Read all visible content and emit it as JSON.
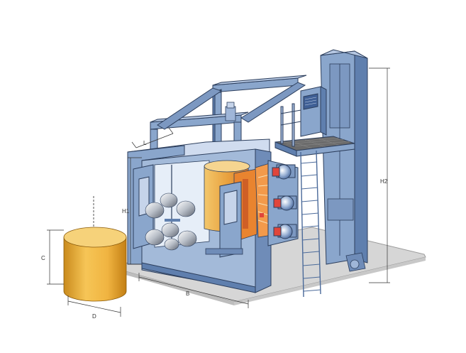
{
  "dimensions": {
    "L": "L",
    "H1": "H1",
    "H2": "H2",
    "B": "B",
    "C": "C",
    "D": "D"
  },
  "colors": {
    "steel_blue": "#8aa6cc",
    "steel_blue_dark": "#5f7fae",
    "steel_blue_light": "#b5c7e2",
    "workpiece_orange": "#f0b441",
    "chamber_orange": "#e9842f",
    "turbine_red": "#e0453a",
    "floor_grey": "#d6d6d6",
    "outline": "#2c3e5c"
  }
}
